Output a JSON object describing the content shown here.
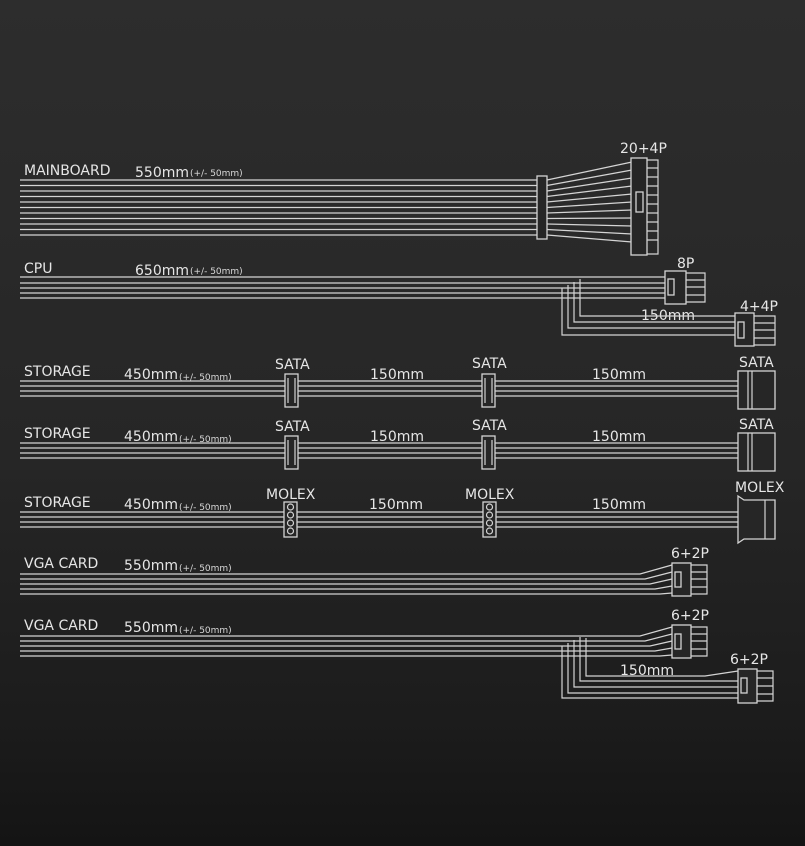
{
  "cables": [
    {
      "name": "MAINBOARD",
      "length": "550mm",
      "tolerance": "(+/- 50mm)",
      "connector": "20+4P"
    },
    {
      "name": "CPU",
      "length": "650mm",
      "tolerance": "(+/- 50mm)",
      "connector_1": "8P",
      "extension": "150mm",
      "connector_2": "4+4P"
    },
    {
      "name": "STORAGE",
      "length": "450mm",
      "tolerance": "(+/- 50mm)",
      "connectors": [
        "SATA",
        "SATA",
        "SATA"
      ],
      "segments": [
        "150mm",
        "150mm"
      ]
    },
    {
      "name": "STORAGE",
      "length": "450mm",
      "tolerance": "(+/- 50mm)",
      "connectors": [
        "SATA",
        "SATA",
        "SATA"
      ],
      "segments": [
        "150mm",
        "150mm"
      ]
    },
    {
      "name": "STORAGE",
      "length": "450mm",
      "tolerance": "(+/- 50mm)",
      "connectors": [
        "MOLEX",
        "MOLEX",
        "MOLEX"
      ],
      "segments": [
        "150mm",
        "150mm"
      ]
    },
    {
      "name": "VGA CARD",
      "length": "550mm",
      "tolerance": "(+/- 50mm)",
      "connector": "6+2P"
    },
    {
      "name": "VGA CARD",
      "length": "550mm",
      "tolerance": "(+/- 50mm)",
      "connector_1": "6+2P",
      "extension": "150mm",
      "connector_2": "6+2P"
    }
  ]
}
